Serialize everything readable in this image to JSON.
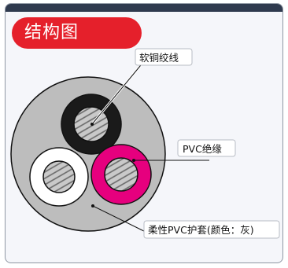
{
  "title": "结构图",
  "labels": {
    "conductor": "软铜绞线",
    "insulation": "PVC绝缘",
    "sheath": "柔性PVC护套(颜色：灰)"
  },
  "colors": {
    "title_badge": "#e5202b",
    "top_bar": "#2f3a4e",
    "sheath": "#bdbdbd",
    "core_black": "#1a1a1a",
    "core_white": "#ffffff",
    "core_magenta": "#e6007e"
  }
}
